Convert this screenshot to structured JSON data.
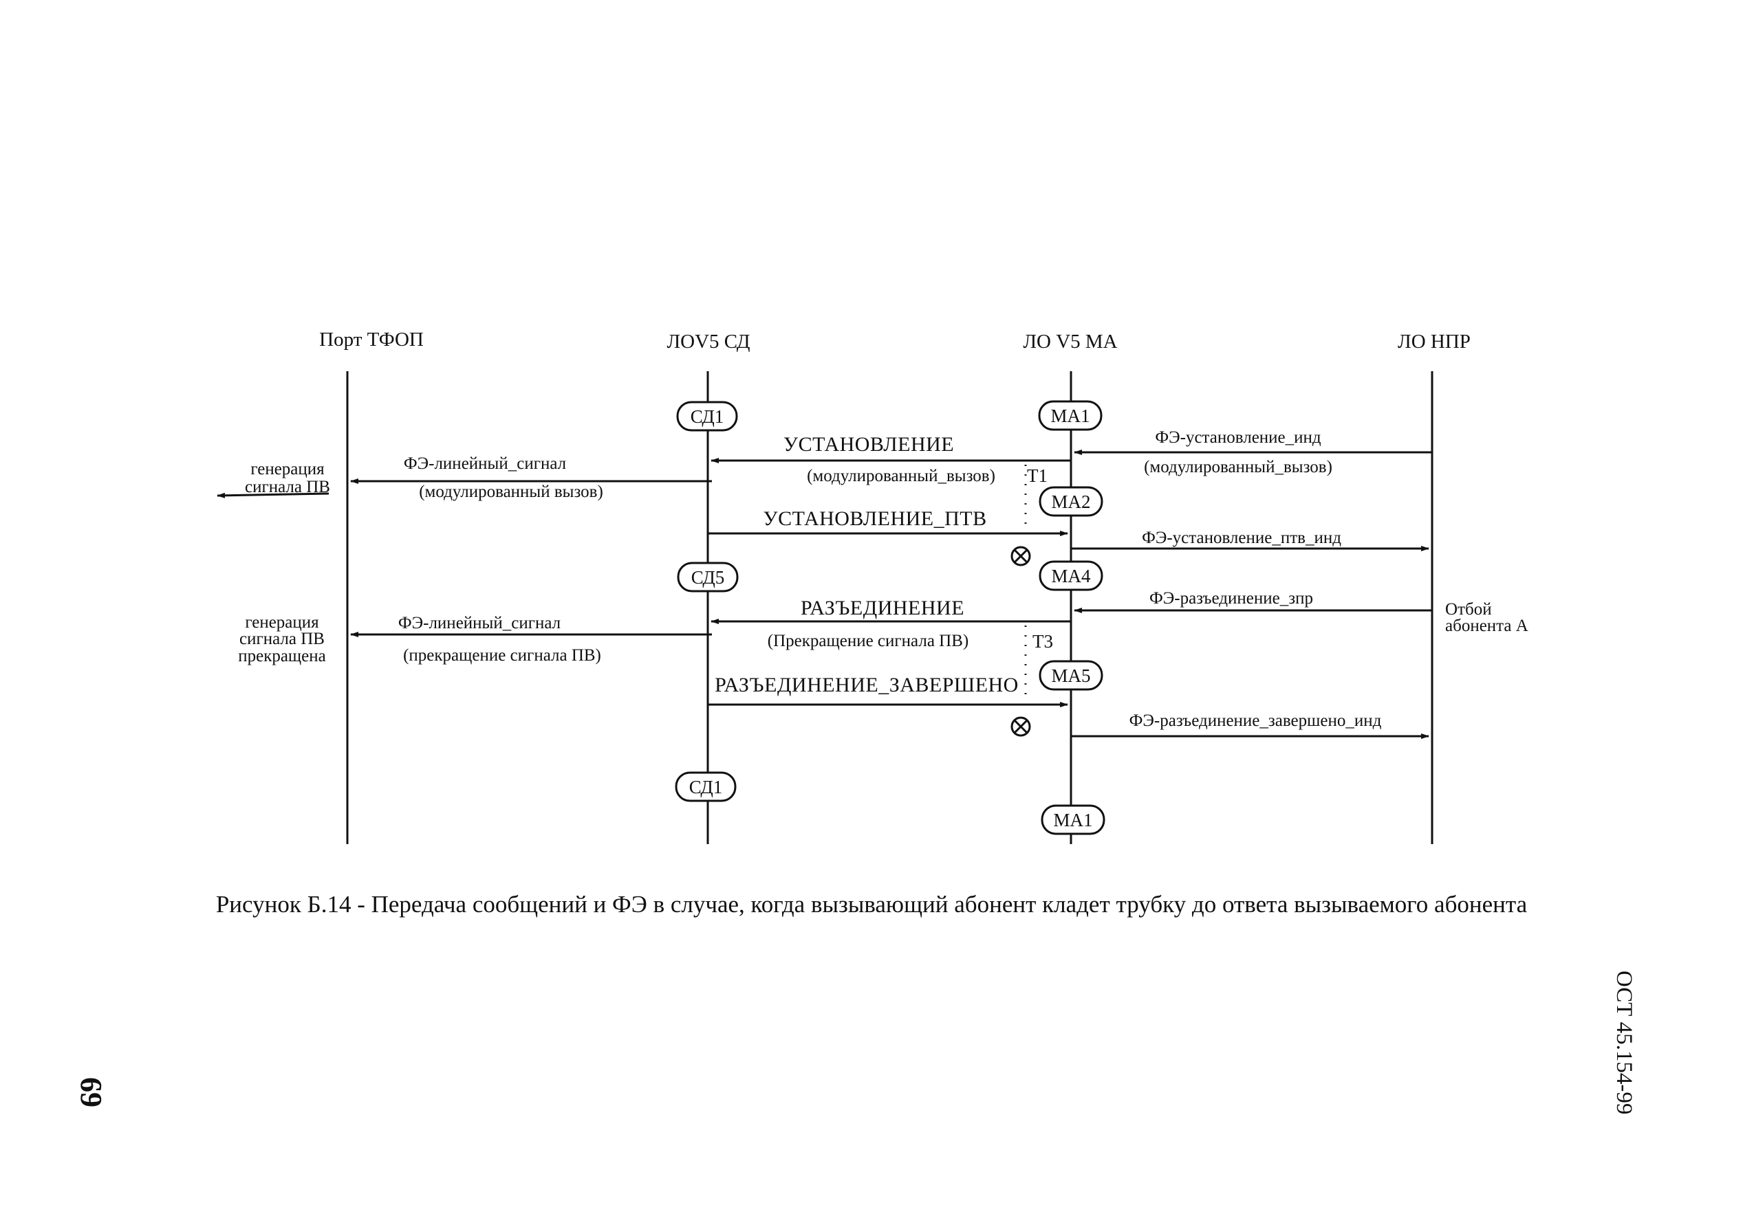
{
  "lifelines": {
    "pstn_port": "Порт ТФОП",
    "lo_v5_sd": "ЛОV5 СД",
    "lo_v5_ma": "ЛО V5 МА",
    "lo_npr": "ЛО НПР"
  },
  "states": {
    "sd1_top": "СД1",
    "sd5": "СД5",
    "sd1_bottom": "СД1",
    "ma1_top": "МА1",
    "ma2": "МА2",
    "ma4": "МА4",
    "ma5": "МА5",
    "ma1_bottom": "МА1"
  },
  "messages": {
    "m1_label": "ФЭ-установление_инд",
    "m1_sub": "(модулированный_вызов)",
    "m2_label": "УСТАНОВЛЕНИЕ",
    "m2_sub": "(модулированный_вызов)",
    "m3_label": "ФЭ-линейный_сигнал",
    "m3_sub": "(модулированный вызов)",
    "m4_label": "УСТАНОВЛЕНИЕ_ПТВ",
    "m5_label": "ФЭ-установление_птв_инд",
    "m6_label": "ФЭ-разъединение_зпр",
    "m7_label": "РАЗЪЕДИНЕНИЕ",
    "m7_sub": "(Прекращение сигнала ПВ)",
    "m8_label": "ФЭ-линейный_сигнал",
    "m8_sub": "(прекращение сигнала ПВ)",
    "m9_label": "РАЗЪЕДИНЕНИЕ_ЗАВЕРШЕНО",
    "m10_label": "ФЭ-разъединение_завершено_инд"
  },
  "timers": {
    "t1": "T1",
    "t3": "T3"
  },
  "side_notes": {
    "ringing_gen_1": "генерация",
    "ringing_gen_2": "сигнала ПВ",
    "ringing_stop_1": "генерация",
    "ringing_stop_2": "сигнала ПВ",
    "ringing_stop_3": "прекращена",
    "release_a_1": "Отбой",
    "release_a_2": "абонента А"
  },
  "caption": "Рисунок Б.14 - Передача сообщений и ФЭ в случае, когда вызывающий абонент кладет трубку до ответа вызываемого абонента",
  "doc_code": "ОСТ 45.154-99",
  "page_number": "69"
}
